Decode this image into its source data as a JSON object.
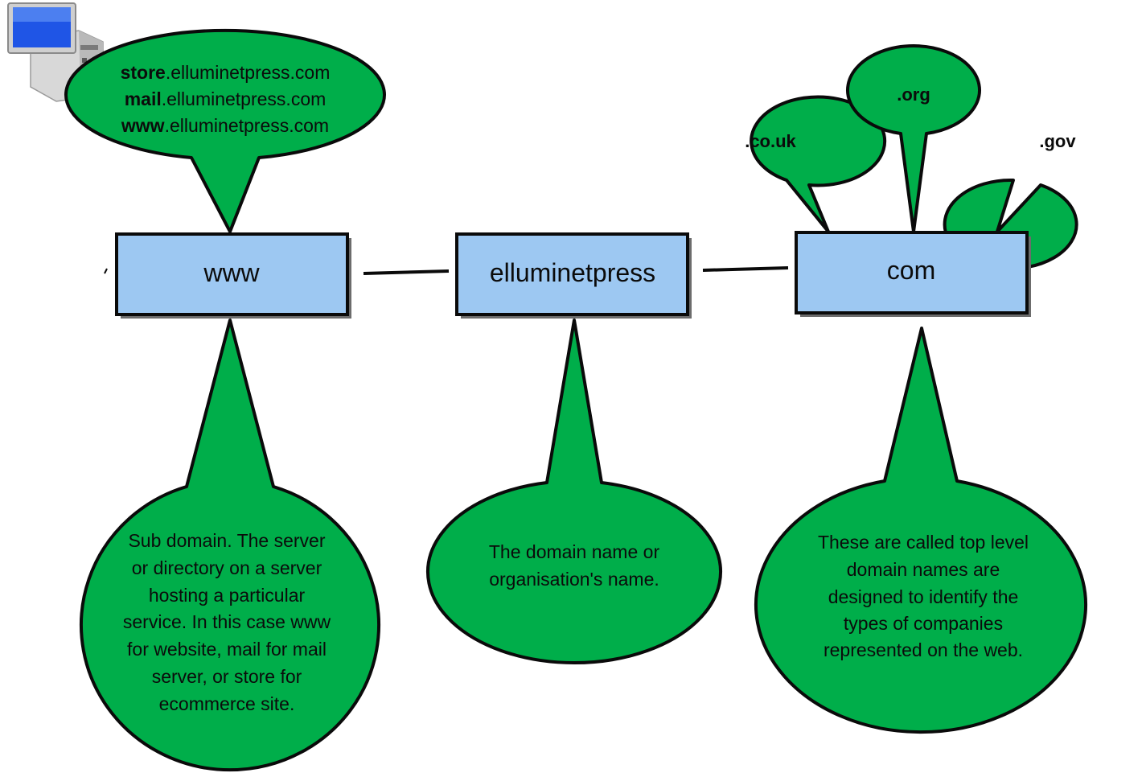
{
  "boxes": {
    "subdomain": "www",
    "domain": "elluminetpress",
    "tld": "com"
  },
  "hosts": [
    {
      "prefix": "store",
      "suffix": ".elluminetpress.com"
    },
    {
      "prefix": "mail",
      "suffix": ".elluminetpress.com"
    },
    {
      "prefix": "www",
      "suffix": ".elluminetpress.com"
    }
  ],
  "tld_bubbles": {
    "couk": ".co.uk",
    "org": ".org",
    "gov": ".gov"
  },
  "notes": {
    "subdomain": [
      "Sub domain. The server",
      "or directory on a server",
      "hosting a particular",
      "service. In this case www",
      "for website, mail for mail",
      "server, or store for",
      "ecommerce site."
    ],
    "domain": [
      "The domain name or",
      "organisation's name."
    ],
    "tld": [
      "These are called top level",
      "domain names are",
      "designed to identify the",
      "types of companies",
      "represented on the web."
    ]
  },
  "colors": {
    "bubble": "#00AE4A",
    "box": "#9DC8F2",
    "outline": "#0a0a0a"
  },
  "icons": [
    "computer-icon"
  ]
}
